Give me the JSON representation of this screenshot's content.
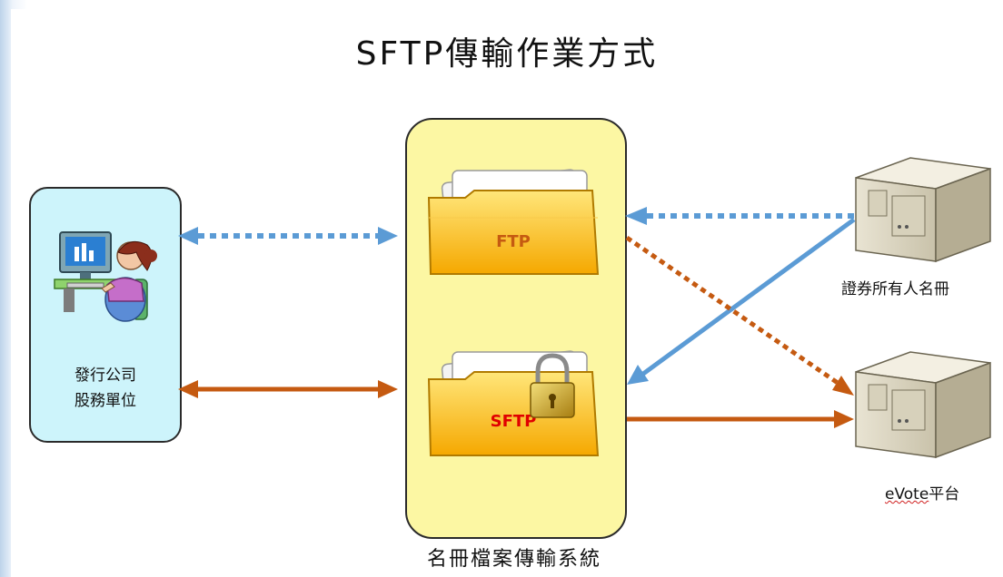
{
  "title": "SFTP傳輸作業方式",
  "issuer": {
    "line1": "發行公司",
    "line2": "股務單位"
  },
  "system": {
    "label": "名冊檔案傳輸系統",
    "ftp_folder_label": "FTP",
    "sftp_folder_label": "SFTP"
  },
  "servers": {
    "holders_label": "證券所有人名冊",
    "evote_label_prefix": "eVote",
    "evote_label_suffix": "平台"
  },
  "colors": {
    "issuer_fill": "#cdf4fb",
    "system_fill": "#fcf7a3",
    "dotted_blue": "#5b9bd5",
    "solid_blue": "#5b9bd5",
    "orange": "#c55a11",
    "ftp_text": "#c55a11",
    "sftp_text": "#e00000"
  },
  "icons": [
    "computer-user-icon",
    "ftp-folder-icon",
    "sftp-folder-icon",
    "padlock-icon",
    "server-icon"
  ]
}
